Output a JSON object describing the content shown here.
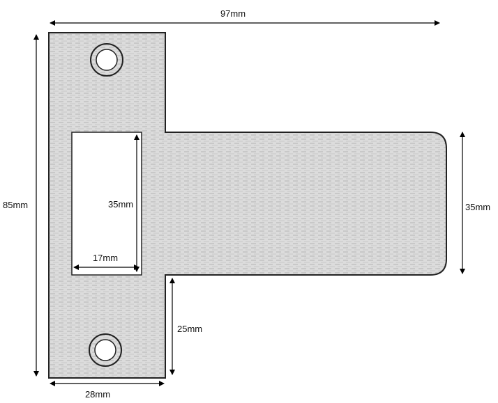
{
  "dimensions": {
    "overall_width": "97mm",
    "overall_height": "85mm",
    "plate_width": "28mm",
    "slot_height": "35mm",
    "slot_width": "17mm",
    "arm_height": "35mm",
    "lower_offset": "25mm"
  },
  "colors": {
    "metal_fill": "#d9d9d9",
    "outline": "#222222",
    "slot_fill": "#ffffff",
    "dimension_line": "#000000"
  }
}
